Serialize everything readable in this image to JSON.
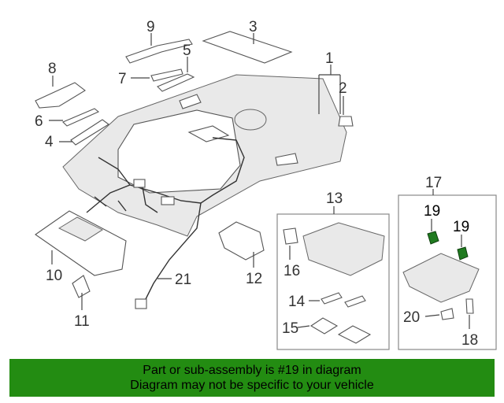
{
  "callouts": {
    "c1": "1",
    "c2": "2",
    "c3": "3",
    "c4": "4",
    "c5": "5",
    "c6": "6",
    "c7": "7",
    "c8": "8",
    "c9": "9",
    "c10": "10",
    "c11": "11",
    "c12": "12",
    "c13": "13",
    "c14": "14",
    "c15": "15",
    "c16": "16",
    "c17": "17",
    "c18": "18",
    "c19a": "19",
    "c19b": "19",
    "c20": "20",
    "c21": "21"
  },
  "colors": {
    "highlight": "#238c12",
    "highlight_part": "#1f7a1f"
  },
  "banner": {
    "line1": "Part or sub-assembly is #19 in diagram",
    "line2": "Diagram may not be specific to your vehicle"
  }
}
